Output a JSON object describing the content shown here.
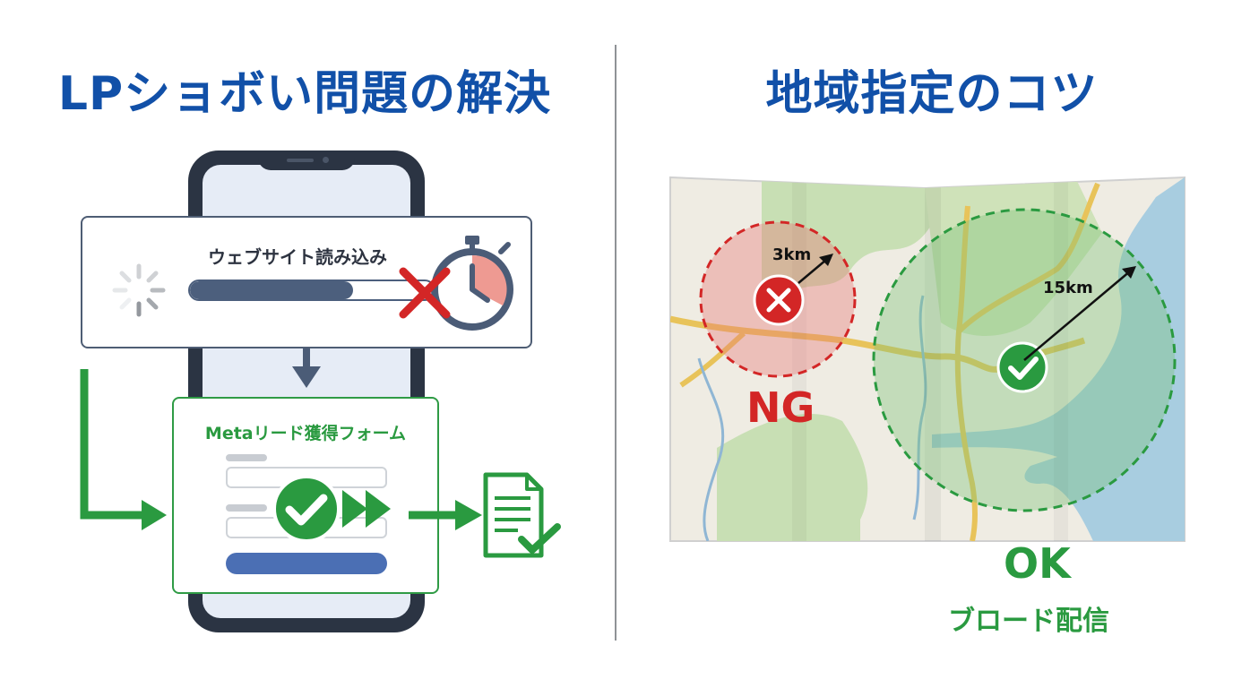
{
  "left_panel": {
    "title": "LPショボい問題の解決",
    "loading_card": {
      "label": "ウェブサイト読み込み",
      "progress": 0.67
    },
    "form_card": {
      "title": "Metaリード獲得フォーム"
    }
  },
  "right_panel": {
    "title": "地域指定のコツ",
    "ng_zone": {
      "radius_label": "3km",
      "verdict": "NG"
    },
    "ok_zone": {
      "radius_label": "15km",
      "verdict": "OK",
      "caption": "ブロード配信"
    }
  },
  "colors": {
    "title_blue": "#1150a8",
    "ng_red": "#d32626",
    "ok_green": "#2a9a40",
    "phone_dark": "#2b3443"
  },
  "icons": {
    "spinner": "loading-spinner-icon",
    "stopwatch": "stopwatch-icon",
    "fail": "red-x-icon",
    "success": "green-check-circle-icon",
    "fast_forward": "double-arrow-icon",
    "document": "document-check-icon"
  }
}
